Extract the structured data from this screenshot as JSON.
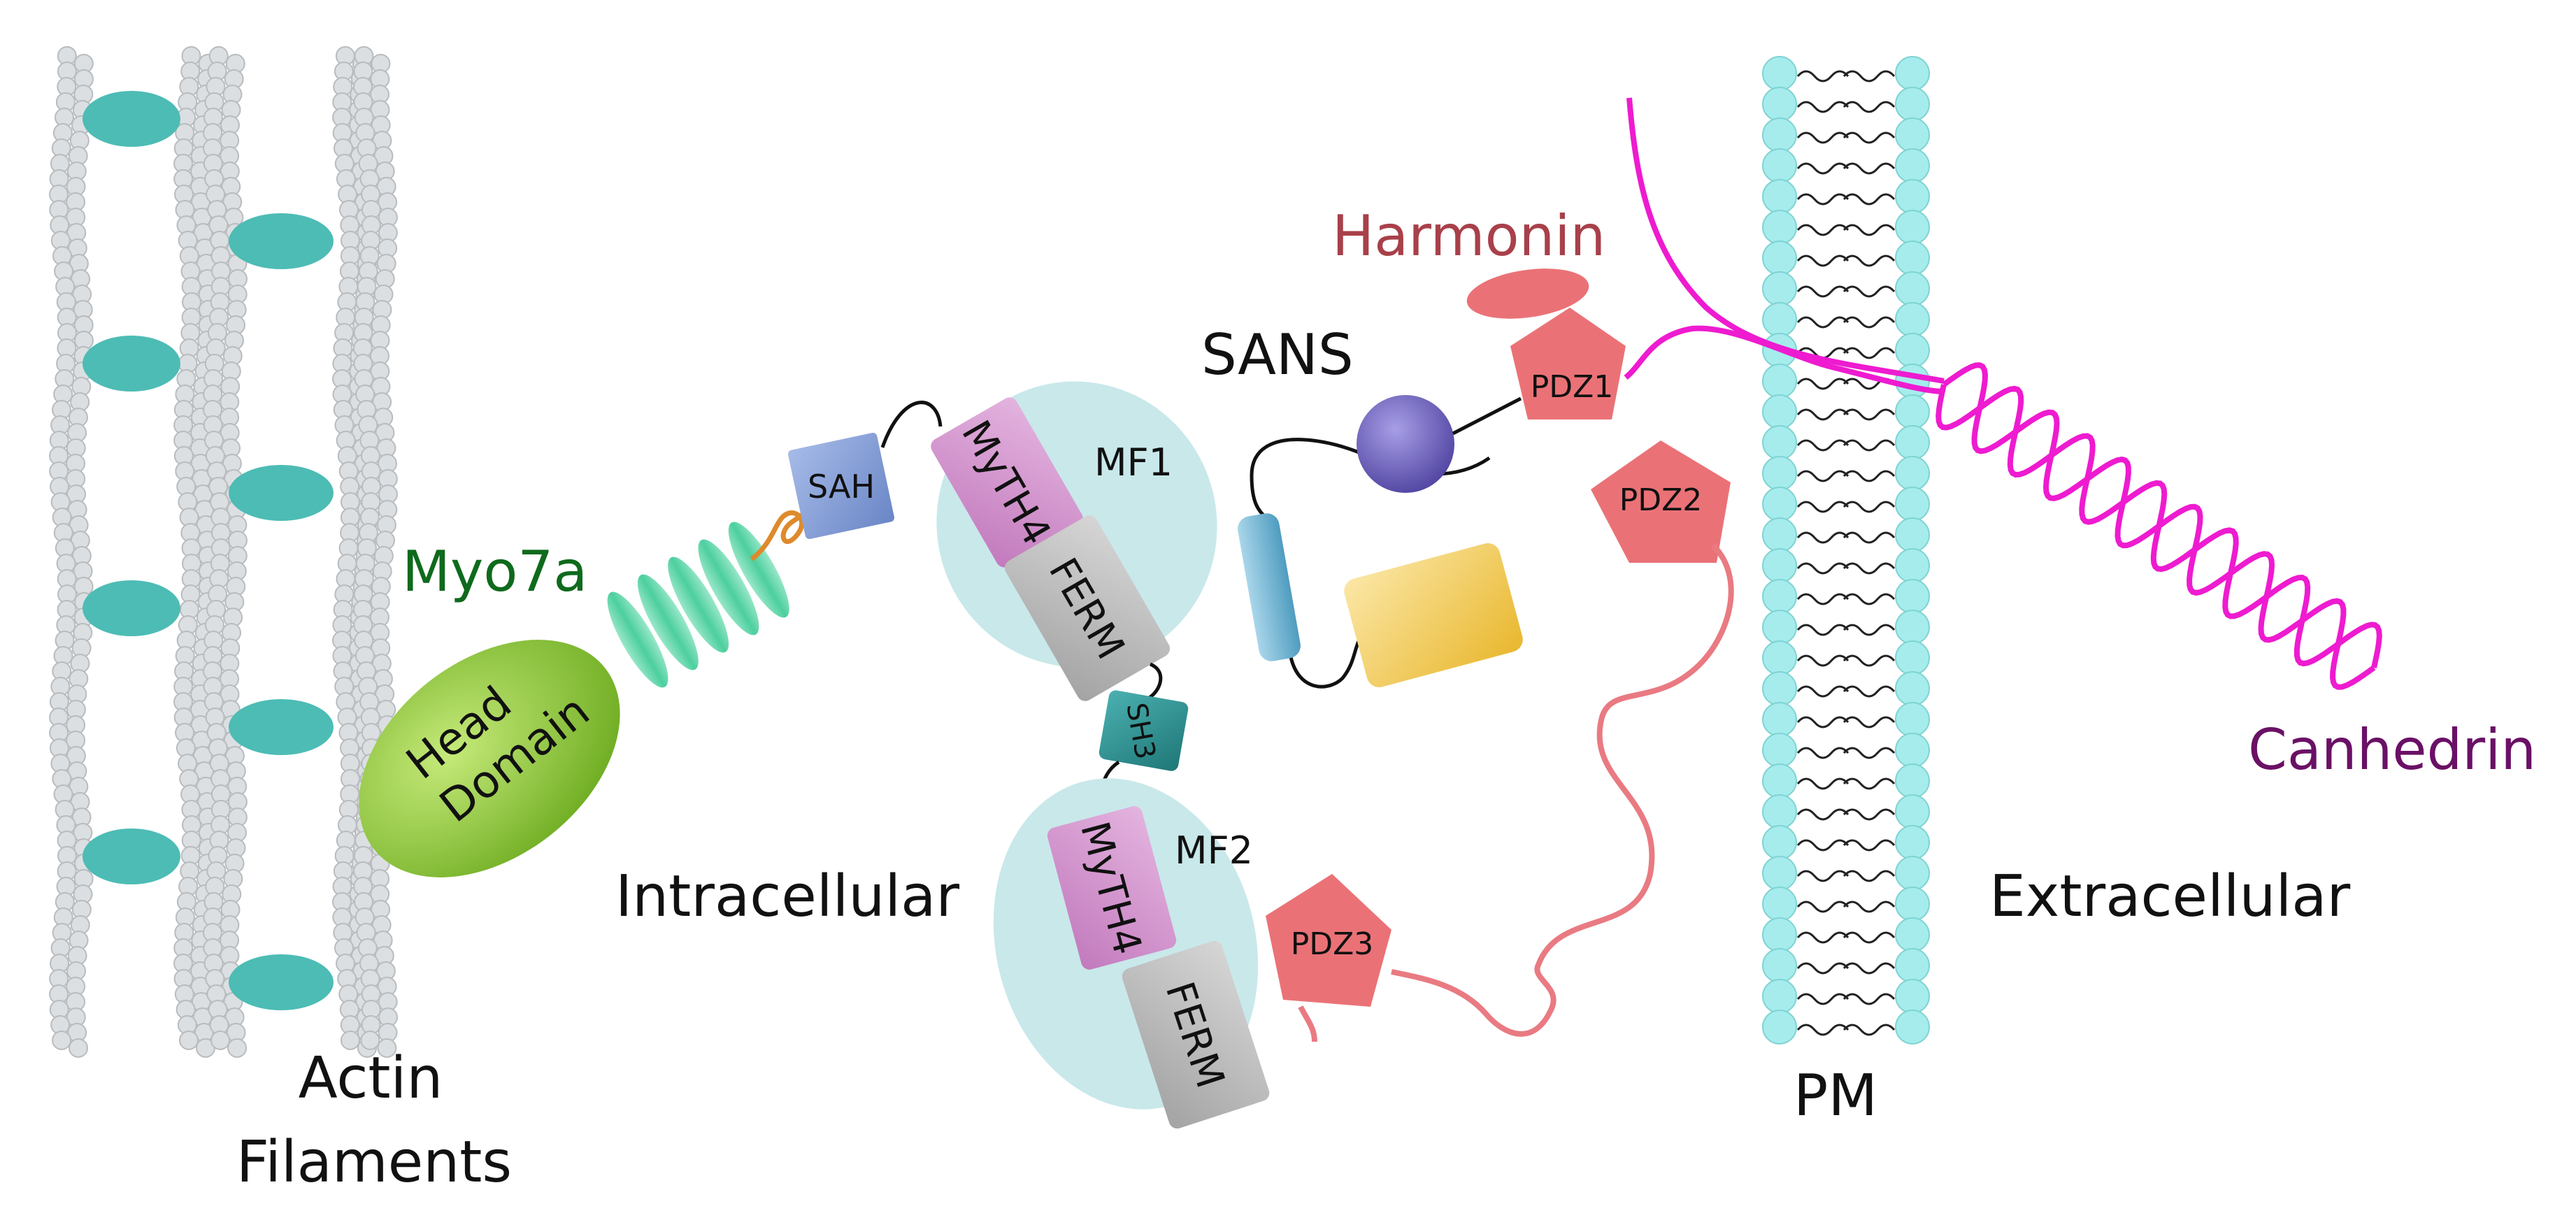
{
  "labels": {
    "actin_line1": "Actin",
    "actin_line2": "Filaments",
    "myo7a": "Myo7a",
    "head_line1": "Head",
    "head_line2": "Domain",
    "intracellular": "Intracellular",
    "extracellular": "Extracellular",
    "pm": "PM",
    "sans": "SANS",
    "harmonin": "Harmonin",
    "canhedrin": "Canhedrin",
    "mf1": "MF1",
    "mf2": "MF2",
    "sah": "SAH",
    "sh3": "SH3",
    "myth4_1": "MyTH4",
    "ferm_1": "FERM",
    "myth4_2": "MyTH4",
    "ferm_2": "FERM",
    "pdz1": "PDZ1",
    "pdz2": "PDZ2",
    "pdz3": "PDZ3"
  },
  "colors": {
    "actin_bead": "#dcdfe1",
    "actin_binding_protein": "#4dbcb5",
    "myo7a_label": "#0e6a1c",
    "head_domain": "#8cc43a",
    "lever_arm": "#5fd0a8",
    "sah": "#7f9ad6",
    "myth4": "#cf8fcc",
    "ferm": "#b9b9b9",
    "sh3": "#2d8f8f",
    "mf_region": "#c9e8ea",
    "pdz": "#ea7277",
    "harmonin_label": "#a8404a",
    "sans_ball": "#6b5fb8",
    "sans_rod": "#6bb3d3",
    "sans_box": "#f2c84b",
    "membrane_head": "#a6ecec",
    "cadherin": "#ee1bd0",
    "canhedrin_label": "#6a1066"
  }
}
